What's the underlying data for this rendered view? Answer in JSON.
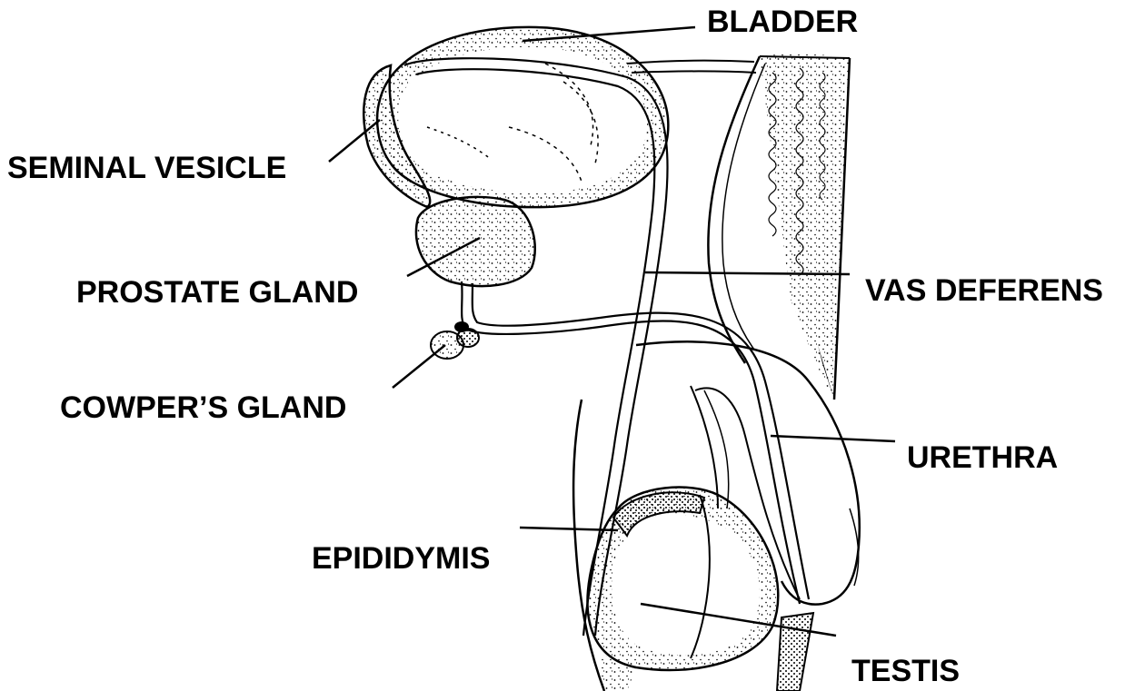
{
  "labels": {
    "bladder": "BLADDER",
    "seminal_vesicle": "SEMINAL VESICLE",
    "prostate_gland": "PROSTATE GLAND",
    "cowpers_gland": "COWPER’S GLAND",
    "vas_deferens": "VAS DEFERENS",
    "urethra": "URETHRA",
    "epididymis": "EPIDIDYMIS",
    "testis": "TESTIS"
  },
  "colors": {
    "ink": "#000000",
    "background": "#ffffff"
  }
}
